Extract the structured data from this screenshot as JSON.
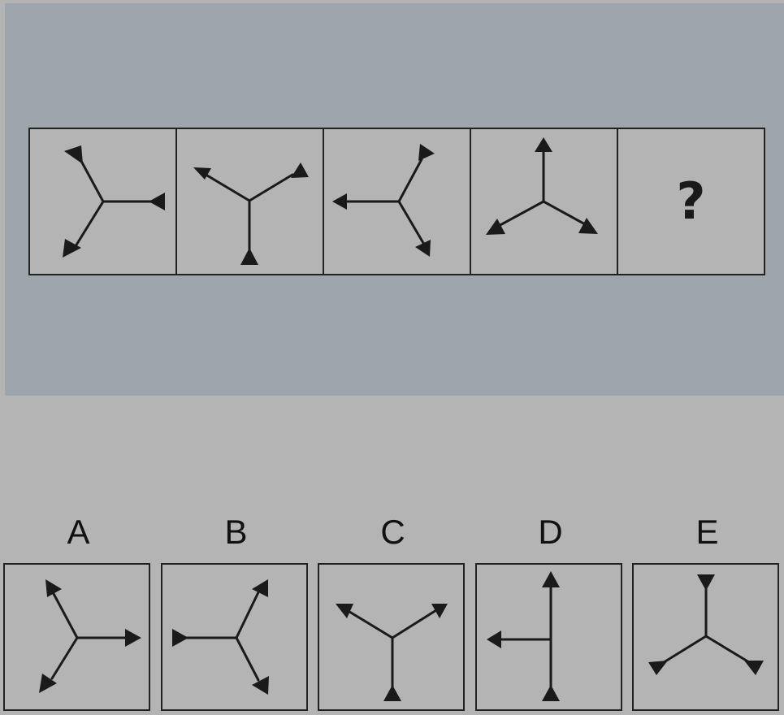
{
  "question": {
    "figures": [
      {
        "shape": "three-arm-glyph",
        "arrowheads": [
          "up-left-triangle",
          "down-left-triangle",
          "right-end-triangle"
        ]
      },
      {
        "shape": "three-arm-glyph",
        "arrowheads": [
          "up-left-arrow",
          "up-right-triangle",
          "down-triangle"
        ]
      },
      {
        "shape": "three-arm-glyph",
        "arrowheads": [
          "left-arrow",
          "up-right-triangle",
          "down-right-arrow"
        ]
      },
      {
        "shape": "three-arm-glyph",
        "arrowheads": [
          "up-arrow",
          "down-left-triangle",
          "down-right-triangle"
        ]
      }
    ],
    "missing_symbol": "?"
  },
  "options": [
    {
      "label": "A"
    },
    {
      "label": "B"
    },
    {
      "label": "C"
    },
    {
      "label": "D"
    },
    {
      "label": "E"
    }
  ],
  "colors": {
    "background": "#b4b4b4",
    "question_band": "#9ea5ad",
    "ink": "#1a1a1a"
  }
}
